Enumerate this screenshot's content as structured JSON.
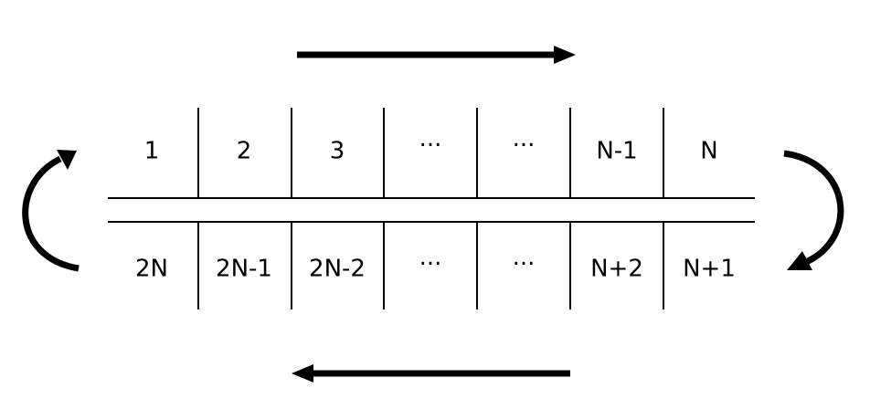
{
  "diagram": {
    "top_row": {
      "cells": [
        {
          "label": "1"
        },
        {
          "label": "2"
        },
        {
          "label": "3"
        },
        {
          "label": "···"
        },
        {
          "label": "···"
        },
        {
          "label": "N-1"
        },
        {
          "label": "N"
        }
      ]
    },
    "bottom_row": {
      "cells": [
        {
          "label": "2N"
        },
        {
          "label": "2N-1"
        },
        {
          "label": "2N-2"
        },
        {
          "label": "···"
        },
        {
          "label": "···"
        },
        {
          "label": "N+2"
        },
        {
          "label": "N+1"
        }
      ]
    },
    "arrows": {
      "top": {
        "direction": "right"
      },
      "bottom": {
        "direction": "left"
      },
      "right_curve": {
        "direction": "clockwise-down"
      },
      "left_curve": {
        "direction": "clockwise-up"
      }
    },
    "colors": {
      "line": "#000000",
      "background": "#ffffff"
    }
  }
}
